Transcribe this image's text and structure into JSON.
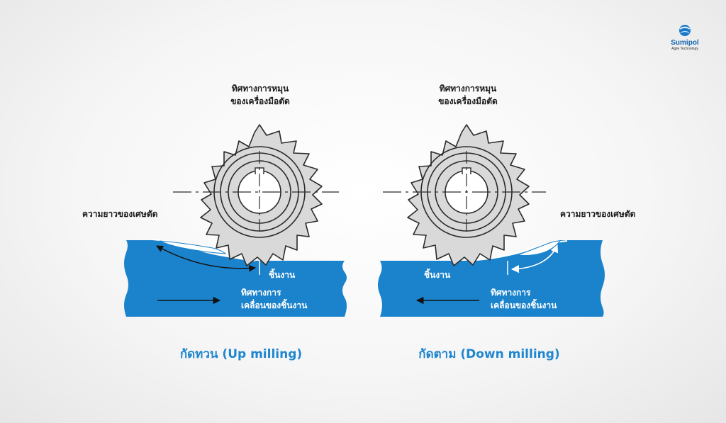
{
  "logo": {
    "name": "Sumipol",
    "tagline": "Agile Technology"
  },
  "colors": {
    "workpiece": "#1b82cc",
    "title": "#1f86cf",
    "cutter": "#d9d9d9",
    "outline": "#2b2b2b"
  },
  "up_milling": {
    "rotation_label_1": "ทิศทางการหมุน",
    "rotation_label_2": "ของเครื่องมือตัด",
    "chip_length_label": "ความยาวของเศษตัด",
    "workpiece_label": "ชิ้นงาน",
    "feed_label_1": "ทิศทางการ",
    "feed_label_2": "เคลื่อนของชิ้นงาน",
    "title": "กัดทวน (Up milling)"
  },
  "down_milling": {
    "rotation_label_1": "ทิศทางการหมุน",
    "rotation_label_2": "ของเครื่องมือตัด",
    "chip_length_label": "ความยาวของเศษตัด",
    "workpiece_label": "ชิ้นงาน",
    "feed_label_1": "ทิศทางการ",
    "feed_label_2": "เคลื่อนของชิ้นงาน",
    "title": "กัดตาม (Down milling)"
  }
}
